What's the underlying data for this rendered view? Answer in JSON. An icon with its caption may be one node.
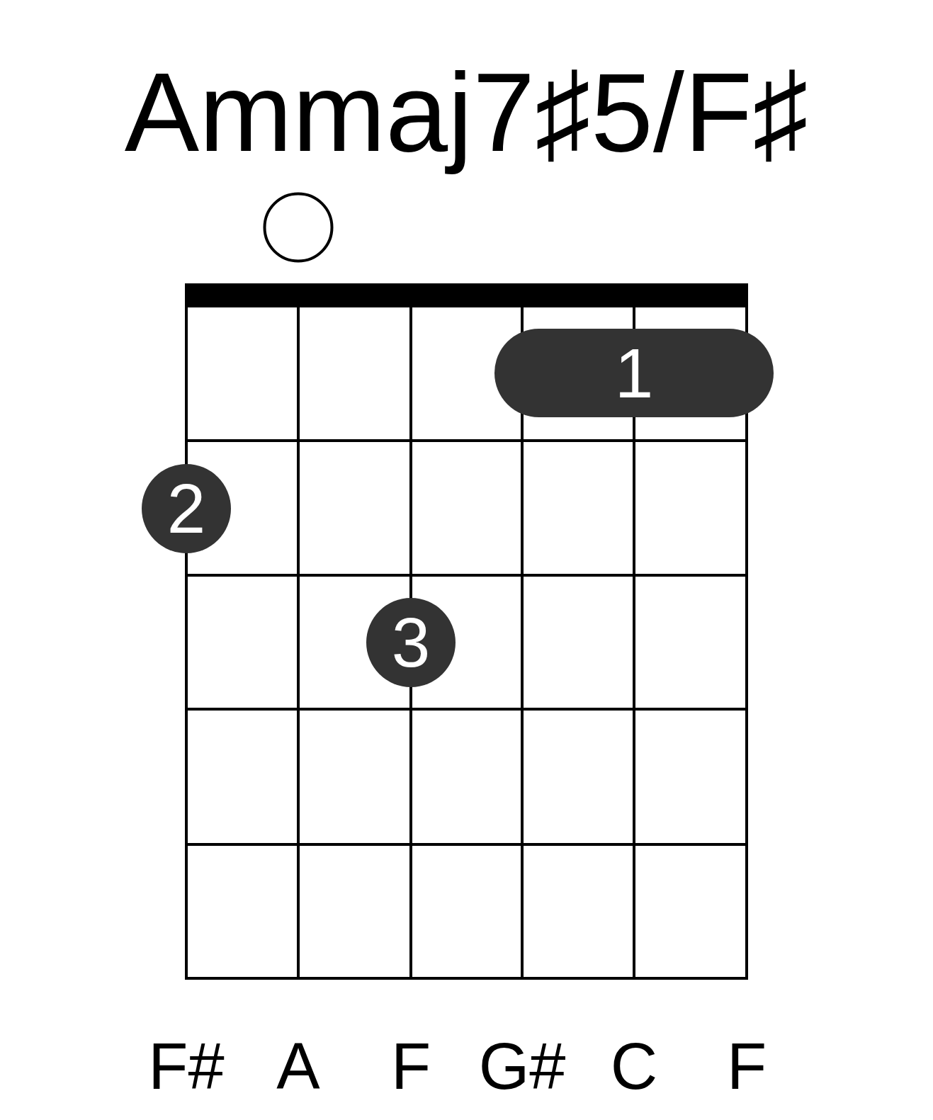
{
  "diagram": {
    "title": "Ammaj7♯5/F♯",
    "nodes": [
      {
        "text": [],
        "shape": "circle"
      },
      {
        "text": [
          "1"
        ]
      },
      {
        "text": [
          "2"
        ]
      },
      {
        "text": [
          "3"
        ]
      }
    ],
    "labels": [
      "F#",
      "A",
      "F",
      "G#",
      "C",
      "F"
    ]
  }
}
